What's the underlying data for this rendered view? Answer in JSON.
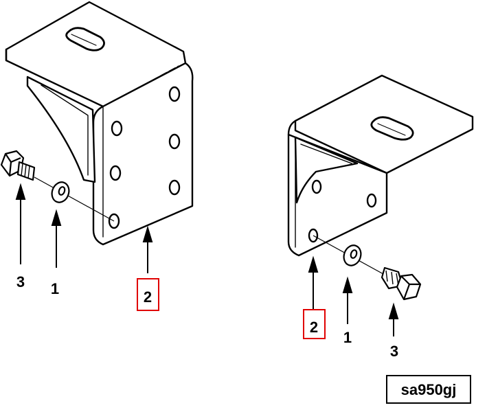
{
  "diagram": {
    "callouts_left": {
      "bolt": "3",
      "washer": "1",
      "bracket": "2"
    },
    "callouts_right": {
      "bolt": "3",
      "washer": "1",
      "bracket": "2"
    },
    "drawing_id": "sa950gj"
  }
}
